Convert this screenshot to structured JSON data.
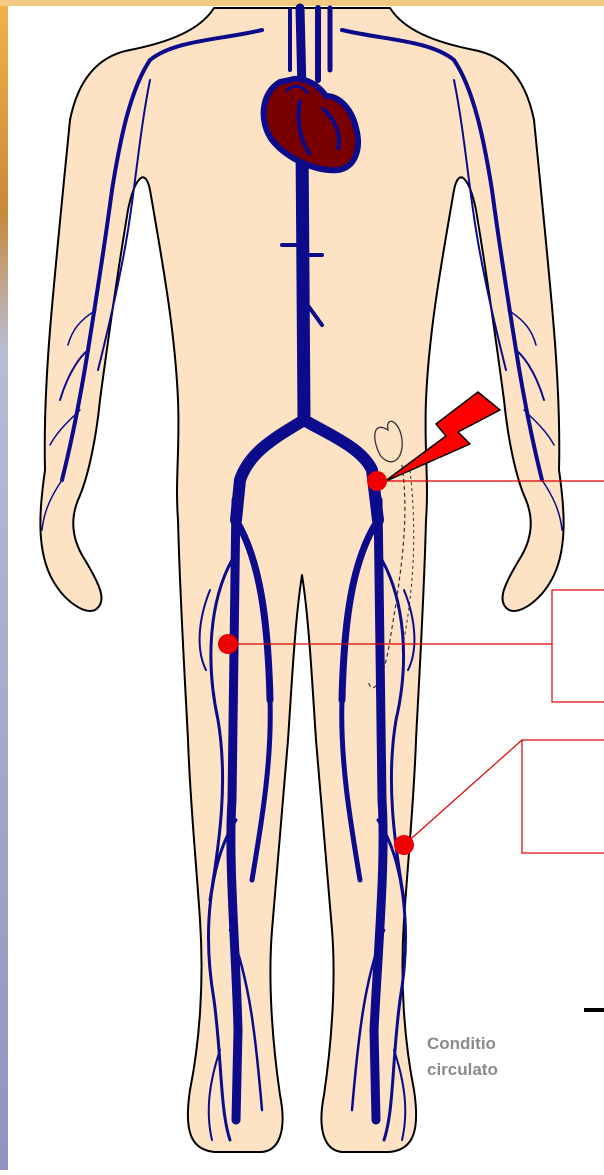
{
  "caption": {
    "line1": "Conditio",
    "line2": "circulato"
  },
  "markers": [
    {
      "name": "groin-marker"
    },
    {
      "name": "thigh-marker"
    },
    {
      "name": "calf-marker"
    }
  ],
  "colors": {
    "skin": "#fde2c4",
    "vein": "#0b0b8c",
    "heart": "#7a0000",
    "marker": "#ee0000",
    "callout": "#dd0000",
    "caption": "#8a8a8a"
  },
  "icons": [
    "heart-icon",
    "lightning-bolt-icon"
  ]
}
